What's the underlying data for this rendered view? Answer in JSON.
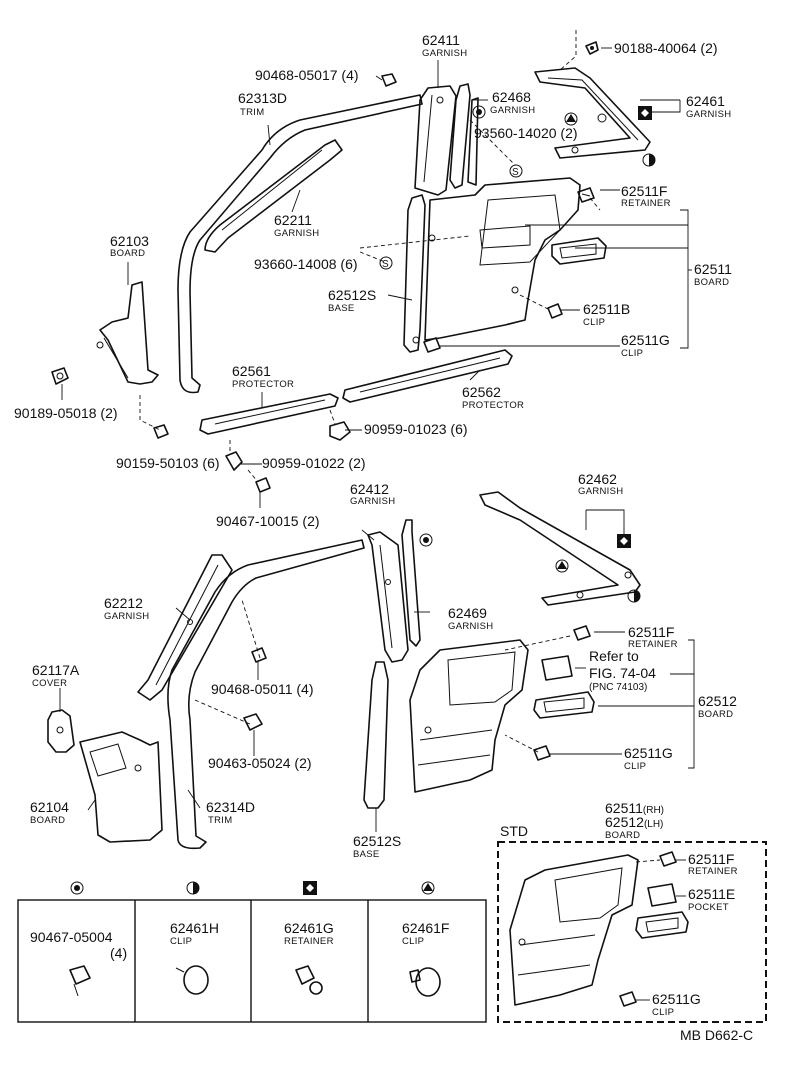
{
  "parts": {
    "p62411": {
      "num": "62411",
      "name": "GARNISH"
    },
    "p90188": {
      "num": "90188-40064 (2)"
    },
    "p90468_17": {
      "num": "90468-05017 (4)"
    },
    "p62313D": {
      "num": "62313D",
      "name": "TRIM"
    },
    "p62468": {
      "num": "62468",
      "name": "GARNISH"
    },
    "p62461": {
      "num": "62461",
      "name": "GARNISH"
    },
    "p93560": {
      "num": "93560-14020 (2)"
    },
    "p62211": {
      "num": "62211",
      "name": "GARNISH"
    },
    "p62511F_a": {
      "num": "62511F",
      "name": "RETAINER"
    },
    "p62103": {
      "num": "62103",
      "name": "BOARD"
    },
    "p93660": {
      "num": "93660-14008 (6)"
    },
    "p62511": {
      "num": "62511",
      "name": "BOARD"
    },
    "p62512S_a": {
      "num": "62512S",
      "name": "BASE"
    },
    "p62511B": {
      "num": "62511B",
      "name": "CLIP"
    },
    "p62511G_a": {
      "num": "62511G",
      "name": "CLIP"
    },
    "p62561": {
      "num": "62561",
      "name": "PROTECTOR"
    },
    "p62562": {
      "num": "62562",
      "name": "PROTECTOR"
    },
    "p90189": {
      "num": "90189-05018 (2)"
    },
    "p90959_23": {
      "num": "90959-01023 (6)"
    },
    "p90159": {
      "num": "90159-50103 (6)"
    },
    "p90959_22": {
      "num": "90959-01022 (2)"
    },
    "p90467_15": {
      "num": "90467-10015 (2)"
    },
    "p62412": {
      "num": "62412",
      "name": "GARNISH"
    },
    "p62462": {
      "num": "62462",
      "name": "GARNISH"
    },
    "p62212": {
      "num": "62212",
      "name": "GARNISH"
    },
    "p62469": {
      "num": "62469",
      "name": "GARNISH"
    },
    "p62511F_b": {
      "num": "62511F",
      "name": "RETAINER"
    },
    "p62117A": {
      "num": "62117A",
      "name": "COVER"
    },
    "p90468_11": {
      "num": "90468-05011 (4)"
    },
    "p62512": {
      "num": "62512",
      "name": "BOARD"
    },
    "p90463": {
      "num": "90463-05024 (2)"
    },
    "p62511G_b": {
      "num": "62511G",
      "name": "CLIP"
    },
    "p62104": {
      "num": "62104",
      "name": "BOARD"
    },
    "p62314D": {
      "num": "62314D",
      "name": "TRIM"
    },
    "p62512S_b": {
      "num": "62512S",
      "name": "BASE"
    },
    "p_std_board": {
      "num1": "62511",
      "sfx1": "(RH)",
      "num2": "62512",
      "sfx2": "(LH)",
      "name": "BOARD"
    },
    "p62511F_c": {
      "num": "62511F",
      "name": "RETAINER"
    },
    "p62511E": {
      "num": "62511E",
      "name": "POCKET"
    },
    "p62511G_c": {
      "num": "62511G",
      "name": "CLIP"
    }
  },
  "refer": {
    "line1": "Refer to",
    "line2": "FIG. 74-04",
    "line3": "(PNC 74103)"
  },
  "std_label": "STD",
  "legend": [
    {
      "symbol": "circle-dot",
      "num": "90467-05004",
      "qty": "(4)",
      "name": ""
    },
    {
      "symbol": "half-circle",
      "num": "62461H",
      "qty": "",
      "name": "CLIP"
    },
    {
      "symbol": "diamond-square",
      "num": "62461G",
      "qty": "",
      "name": "RETAINER"
    },
    {
      "symbol": "triangle-circle",
      "num": "62461F",
      "qty": "",
      "name": "CLIP"
    }
  ],
  "footer_code": "MB  D662-C",
  "symbols": {
    "screw": "S"
  }
}
